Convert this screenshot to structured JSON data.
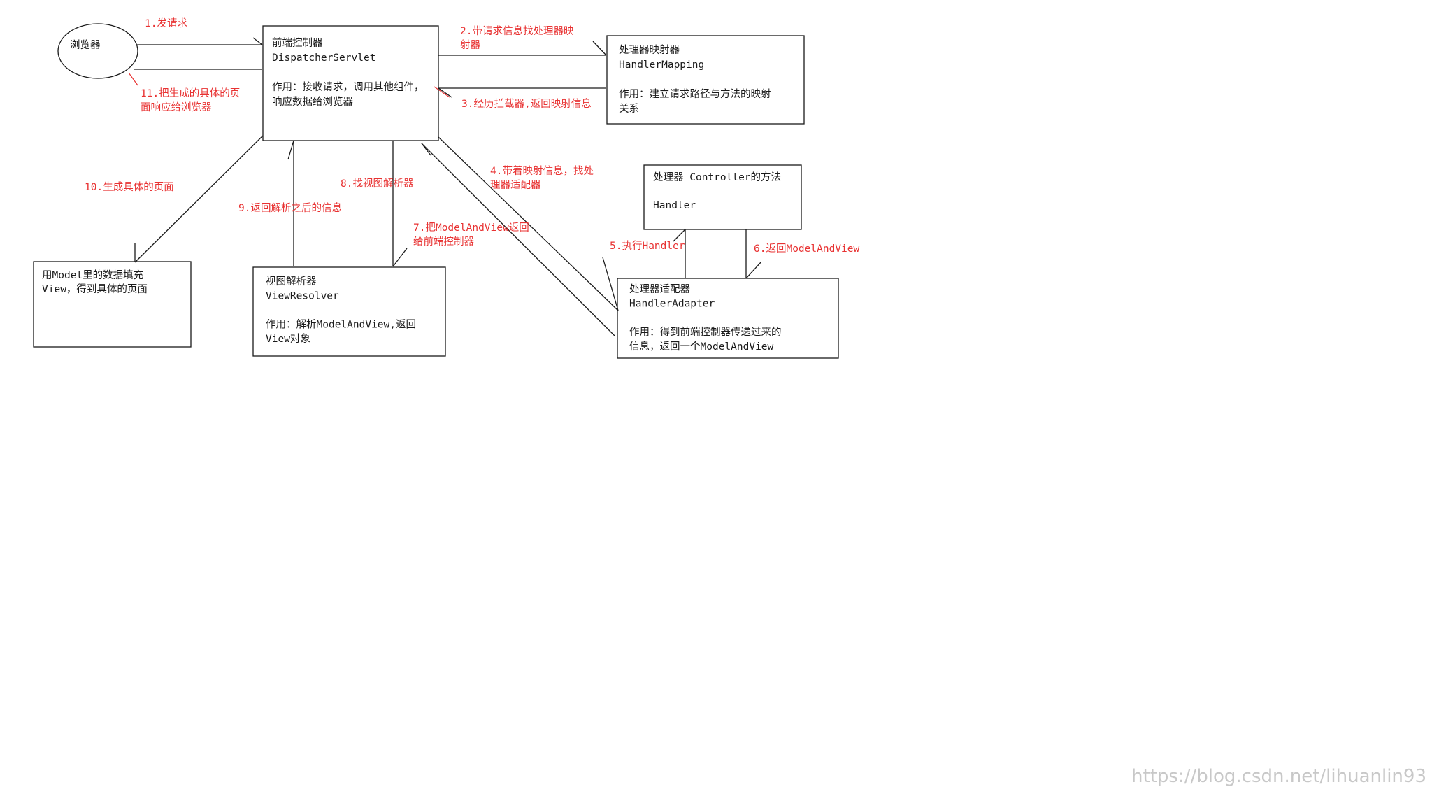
{
  "nodes": {
    "browser": {
      "label": "浏览器"
    },
    "dispatcher": {
      "lines": [
        "前端控制器",
        "DispatcherServlet",
        "",
        "作用：接收请求，调用其他组件，",
        "响应数据给浏览器"
      ]
    },
    "handler_mapping": {
      "lines": [
        "处理器映射器",
        "HandlerMapping",
        "",
        "作用：建立请求路径与方法的映射",
        "关系"
      ]
    },
    "handler": {
      "lines": [
        "处理器   Controller的方法",
        "",
        "Handler"
      ]
    },
    "handler_adapter": {
      "lines": [
        "处理器适配器",
        "HandlerAdapter",
        "",
        "作用：得到前端控制器传递过来的",
        "信息，返回一个ModelAndView"
      ]
    },
    "view_resolver": {
      "lines": [
        "视图解析器",
        "ViewResolver",
        "",
        "作用：解析ModelAndView,返回",
        "View对象"
      ]
    },
    "view": {
      "lines": [
        "用Model里的数据填充",
        "View，得到具体的页面"
      ]
    }
  },
  "steps": {
    "s1": [
      "1.发请求"
    ],
    "s2": [
      "2.带请求信息找处理器映",
      "射器"
    ],
    "s3": [
      "3.经历拦截器,返回映射信息"
    ],
    "s4": [
      "4.带着映射信息，找处",
      "理器适配器"
    ],
    "s5": [
      "5.执行Handler"
    ],
    "s6": [
      "6.返回ModelAndView"
    ],
    "s7": [
      "7.把ModelAndView返回",
      "给前端控制器"
    ],
    "s8": [
      "8.找视图解析器"
    ],
    "s9": [
      "9.返回解析之后的信息"
    ],
    "s10": [
      "10.生成具体的页面"
    ],
    "s11": [
      "11.把生成的具体的页",
      "面响应给浏览器"
    ]
  },
  "watermark": "https://blog.csdn.net/lihuanlin93",
  "colors": {
    "line": "#1a1a1a",
    "annotation": "#e83232",
    "watermark": "#c8c8c8",
    "background": "#ffffff"
  }
}
